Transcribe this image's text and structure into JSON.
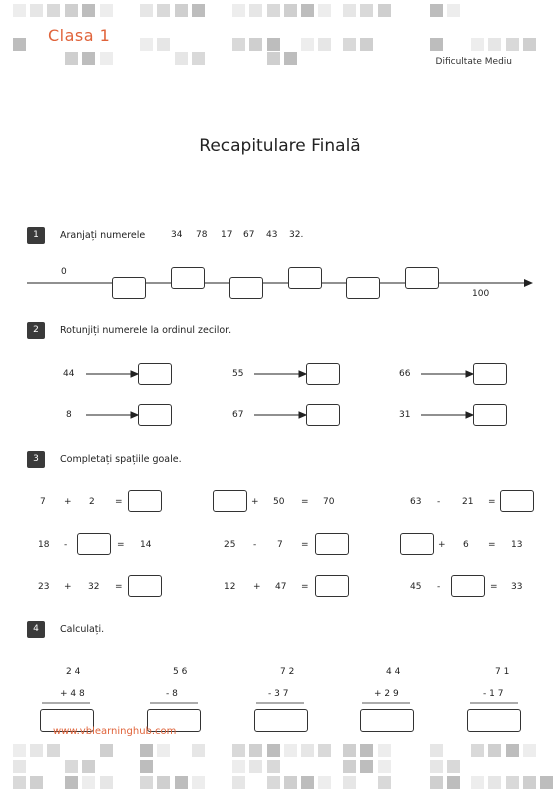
{
  "header": {
    "grade": "Clasa 1",
    "difficulty": "Dificultate Mediu"
  },
  "title": "Recapitulare Finală",
  "footer": {
    "website": "www.vblearninghub.com"
  },
  "colors": {
    "accent": "#e0633a",
    "badge": "#3a3a3a"
  },
  "exercises": {
    "ex1": {
      "number": "1",
      "instruction": "Aranjați numerele",
      "numbers": [
        "34",
        "78",
        "17",
        "67",
        "43",
        "32."
      ],
      "line_start": "0",
      "line_end": "100"
    },
    "ex2": {
      "number": "2",
      "instruction": "Rotunjiți numerele la ordinul zecilor.",
      "items": [
        "44",
        "55",
        "66",
        "8",
        "67",
        "31"
      ]
    },
    "ex3": {
      "number": "3",
      "instruction": "Completați spațiile goale.",
      "r1a": {
        "a": "7",
        "op": "+",
        "b": "2",
        "eq": "="
      },
      "r1b": {
        "op": "+",
        "b": "50",
        "eq": "=",
        "res": "70"
      },
      "r1c": {
        "a": "63",
        "op": "-",
        "b": "21",
        "eq": "="
      },
      "r2a": {
        "a": "18",
        "op": "-",
        "eq": "=",
        "res": "14"
      },
      "r2b": {
        "a": "25",
        "op": "-",
        "b": "7",
        "eq": "="
      },
      "r2c": {
        "op": "+",
        "b": "6",
        "eq": "=",
        "res": "13"
      },
      "r3a": {
        "a": "23",
        "op": "+",
        "b": "32",
        "eq": "="
      },
      "r3b": {
        "a": "12",
        "op": "+",
        "b": "47",
        "eq": "="
      },
      "r3c": {
        "a": "45",
        "op": "-",
        "eq": "=",
        "res": "33"
      }
    },
    "ex4": {
      "number": "4",
      "instruction": "Calculați.",
      "items": [
        {
          "top": "2 4",
          "bottom": "+ 4 8"
        },
        {
          "top": "5 6",
          "bottom": "- 8"
        },
        {
          "top": "7 2",
          "bottom": "- 3 7"
        },
        {
          "top": "4 4",
          "bottom": "+ 2 9"
        },
        {
          "top": "7 1",
          "bottom": "- 1 7"
        }
      ]
    }
  }
}
